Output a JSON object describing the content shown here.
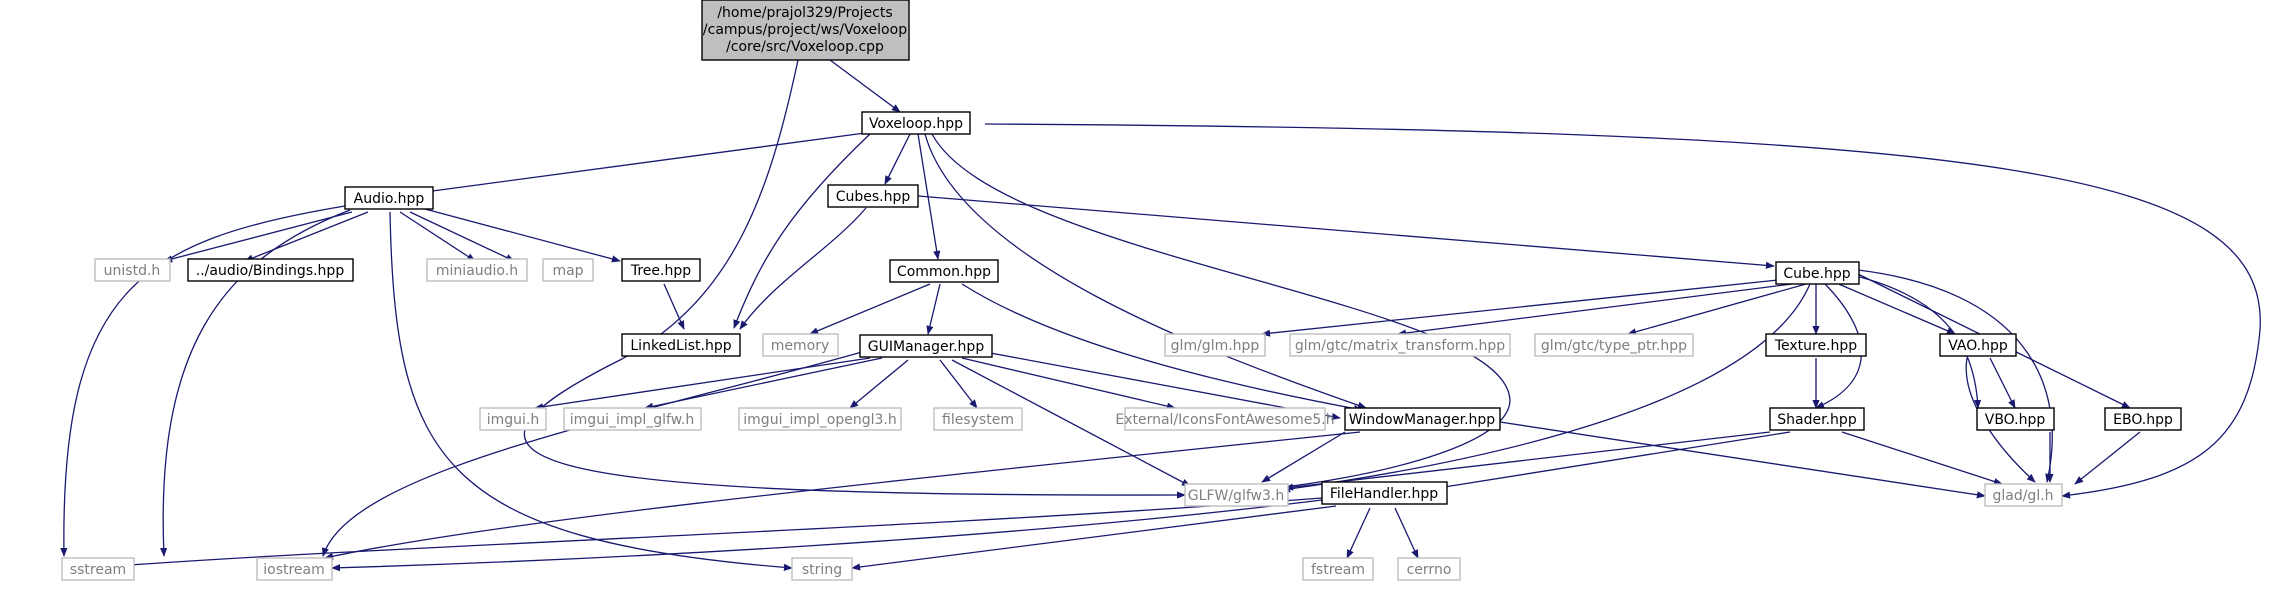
{
  "colors": {
    "edge": "#191970",
    "root_fill": "#bfbfbf",
    "doc_border": "#000000",
    "ext_border": "#bfbfbf",
    "ext_text": "#7f7f7f"
  },
  "nodes": {
    "root": {
      "lines": [
        "/home/prajol329/Projects",
        "/campus/project/ws/Voxeloop",
        "/core/src/Voxeloop.cpp"
      ]
    },
    "voxeloop_hpp": {
      "label": "Voxeloop.hpp"
    },
    "audio_hpp": {
      "label": "Audio.hpp"
    },
    "cubes_hpp": {
      "label": "Cubes.hpp"
    },
    "unistd_h": {
      "label": "unistd.h"
    },
    "bindings_hpp": {
      "label": "../audio/Bindings.hpp"
    },
    "miniaudio_h": {
      "label": "miniaudio.h"
    },
    "map": {
      "label": "map"
    },
    "tree_hpp": {
      "label": "Tree.hpp"
    },
    "common_hpp": {
      "label": "Common.hpp"
    },
    "cube_hpp": {
      "label": "Cube.hpp"
    },
    "linkedlist_hpp": {
      "label": "LinkedList.hpp"
    },
    "memory": {
      "label": "memory"
    },
    "guimanager_hpp": {
      "label": "GUIManager.hpp"
    },
    "glm_hpp": {
      "label": "glm/glm.hpp"
    },
    "matrix_transform_hpp": {
      "label": "glm/gtc/matrix_transform.hpp"
    },
    "type_ptr_hpp": {
      "label": "glm/gtc/type_ptr.hpp"
    },
    "texture_hpp": {
      "label": "Texture.hpp"
    },
    "vao_hpp": {
      "label": "VAO.hpp"
    },
    "imgui_h": {
      "label": "imgui.h"
    },
    "imgui_impl_glfw_h": {
      "label": "imgui_impl_glfw.h"
    },
    "imgui_impl_opengl3_h": {
      "label": "imgui_impl_opengl3.h"
    },
    "filesystem": {
      "label": "filesystem"
    },
    "icons_h": {
      "label": "External/IconsFontAwesome5.h"
    },
    "windowmanager_hpp": {
      "label": "WindowManager.hpp"
    },
    "shader_hpp": {
      "label": "Shader.hpp"
    },
    "vbo_hpp": {
      "label": "VBO.hpp"
    },
    "ebo_hpp": {
      "label": "EBO.hpp"
    },
    "glfw3_h": {
      "label": "GLFW/glfw3.h"
    },
    "filehandler_hpp": {
      "label": "FileHandler.hpp"
    },
    "glad_h": {
      "label": "glad/gl.h"
    },
    "sstream": {
      "label": "sstream"
    },
    "iostream": {
      "label": "iostream"
    },
    "string": {
      "label": "string"
    },
    "fstream": {
      "label": "fstream"
    },
    "cerrno": {
      "label": "cerrno"
    }
  }
}
